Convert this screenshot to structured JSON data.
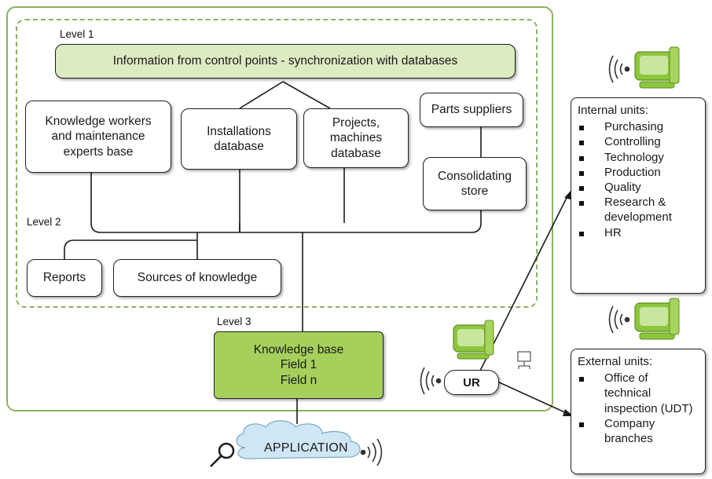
{
  "levels": {
    "level1": "Level 1",
    "level2": "Level 2",
    "level3": "Level 3"
  },
  "level1": {
    "top_box": "Information from control points - synchronization with databases",
    "knowledge_workers": "Knowledge workers\nand maintenance\nexperts base",
    "installations_db": "Installations\ndatabase",
    "projects_db": "Projects,\nmachines\ndatabase",
    "parts_suppliers": "Parts suppliers",
    "consolidating_store": "Consolidating\nstore"
  },
  "level2": {
    "reports": "Reports",
    "sources": "Sources of knowledge"
  },
  "knowledge_base": {
    "line1": "Knowledge base",
    "line2": "Field 1",
    "line3": "Field n"
  },
  "ur_label": "UR",
  "application_label": "APPLICATION",
  "internal_units": {
    "title": "Internal units:",
    "items": [
      "Purchasing",
      "Controlling",
      "Technology",
      "Production",
      "Quality",
      "Research &\ndevelopment",
      "HR"
    ]
  },
  "external_units": {
    "title": "External units:",
    "items": [
      "Office of\ntechnical\ninspection (UDT)",
      "Company\nbranches"
    ]
  },
  "icons": [
    "computer-icon",
    "wireless-signal-icon",
    "network-computer-icon",
    "magnifier-icon",
    "cloud-icon"
  ],
  "colors": {
    "frame_green": "#8db060",
    "box_light_green": "#dcebc2",
    "box_green": "#a6d05c",
    "cloud_blue": "#cfe7f5"
  }
}
